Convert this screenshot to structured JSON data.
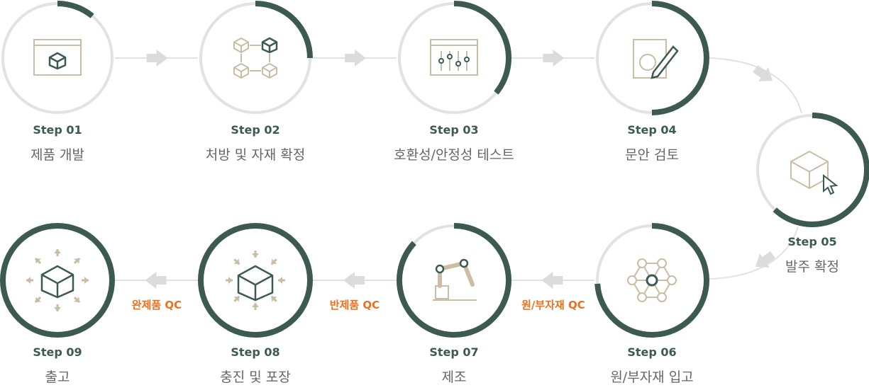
{
  "colors": {
    "accent": "#3c5a52",
    "track": "#e2e2e2",
    "icon": "#c9bd a3",
    "qc": "#ee6f1c"
  },
  "steps": [
    {
      "no": "Step 01",
      "label": "제품 개발",
      "progress": 0.11,
      "icon": "browser-box-icon"
    },
    {
      "no": "Step 02",
      "label": "처방 및 자재 확정",
      "progress": 0.25,
      "icon": "network-boxes-icon"
    },
    {
      "no": "Step 03",
      "label": "호환성/안정성 테스트",
      "progress": 0.36,
      "icon": "slider-window-icon"
    },
    {
      "no": "Step 04",
      "label": "문안 검토",
      "progress": 0.5,
      "icon": "document-pen-icon"
    },
    {
      "no": "Step 05",
      "label": "발주 확정",
      "progress": 0.62,
      "icon": "box-cursor-icon"
    },
    {
      "no": "Step 06",
      "label": "원/부자재 입고",
      "progress": 0.74,
      "icon": "molecule-icon"
    },
    {
      "no": "Step 07",
      "label": "제조",
      "progress": 0.87,
      "icon": "robot-arm-icon"
    },
    {
      "no": "Step 08",
      "label": "충진 및 포장",
      "progress": 1,
      "icon": "packing-box-icon"
    },
    {
      "no": "Step 09",
      "label": "출고",
      "progress": 1,
      "icon": "shipping-box-icon"
    }
  ],
  "qc": [
    "원/부자재 QC",
    "반제품 QC",
    "완제품 QC"
  ]
}
